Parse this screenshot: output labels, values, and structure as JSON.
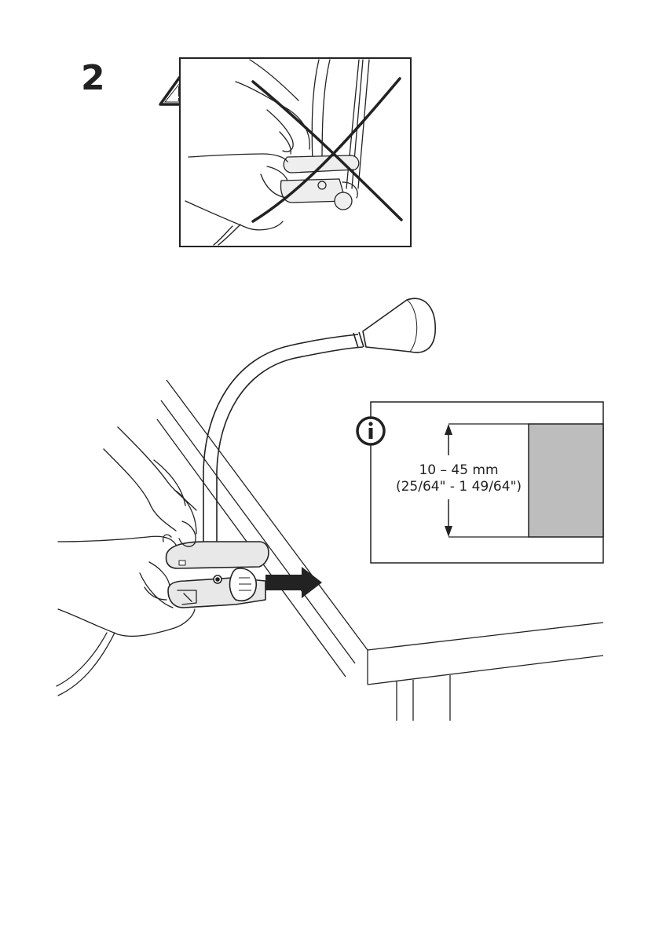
{
  "step": {
    "number": "2"
  },
  "warning": {
    "icon": "warning-triangle-icon",
    "meaning": "incorrect method crossed out"
  },
  "info_panel": {
    "icon": "info-icon",
    "range_mm": "10 – 45 mm",
    "range_in": "(25/64\" - 1 49/64\")",
    "panel_fill": "#bdbdbd"
  },
  "colors": {
    "ink": "#222222",
    "clamp_fill": "#e8e8e8",
    "paper": "#ffffff"
  }
}
